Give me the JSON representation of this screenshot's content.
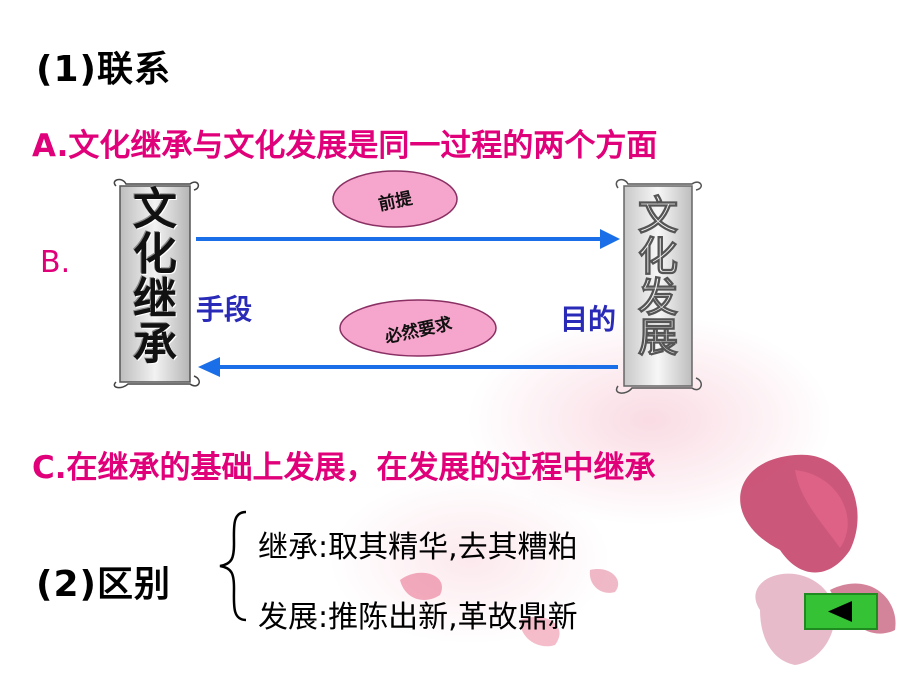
{
  "heading1": "(1)联系",
  "line_a": "A.文化继承与文化发展是同一过程的两个方面",
  "label_b": "B.",
  "diagram": {
    "left_scroll": [
      "文",
      "化",
      "继",
      "承"
    ],
    "right_scroll": [
      "文",
      "化",
      "发",
      "展"
    ],
    "top_oval": "前提",
    "bottom_oval": "必然要求",
    "left_label": "手段",
    "right_label": "目的"
  },
  "line_c": "C.在继承的基础上发展，在发展的过程中继承",
  "heading2": "(2)区别",
  "differences": [
    "继承:取其精华,去其糟粕",
    "发展:推陈出新,革故鼎新"
  ],
  "colors": {
    "pink": "#e0007a",
    "blue": "#2a2ab8",
    "arrow": "#1a6fe8",
    "oval_fill": "#f6a6cc",
    "oval_stroke": "#8a2f63",
    "back_button": "#35c235"
  },
  "back_button_icon": "triangle-left-icon"
}
